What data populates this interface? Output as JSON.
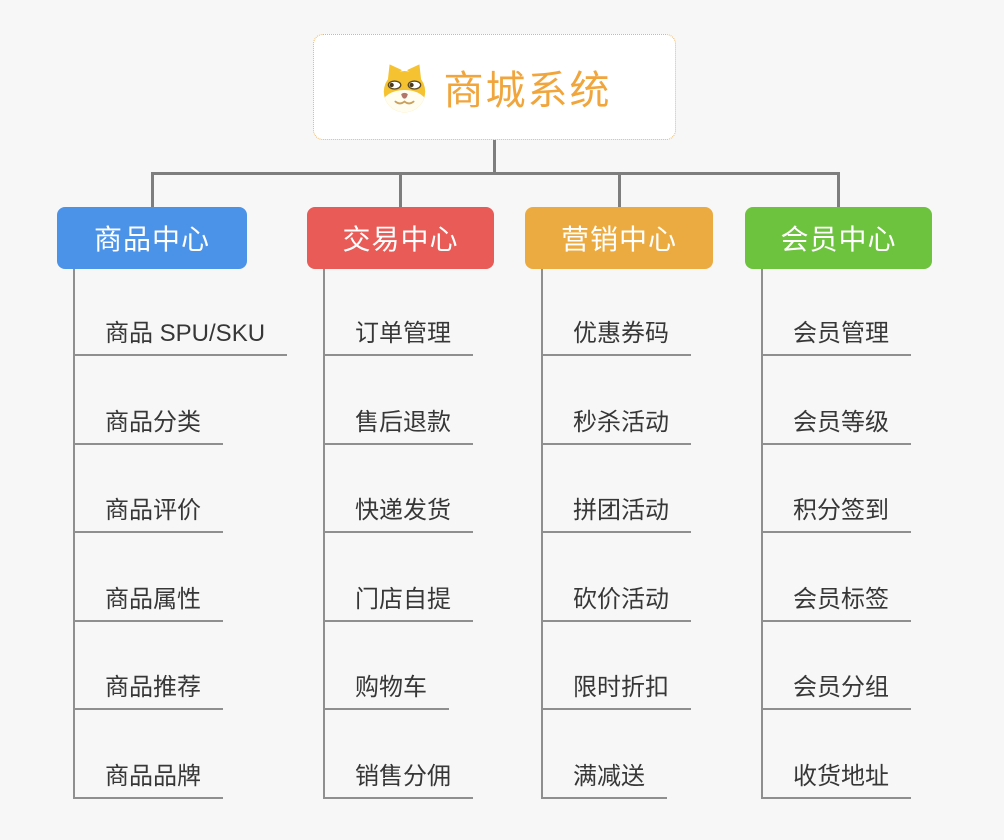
{
  "page": {
    "background_color": "#F7F7F7",
    "connector_color": "#7E7E7E",
    "underline_color": "#8F8F8F"
  },
  "root": {
    "title": "商城系统",
    "icon": "dog-face-icon",
    "text_color": "#F0A63C",
    "border_color": "#F0B454",
    "fill_color": "#FFFFFF"
  },
  "branches": [
    {
      "id": "product-center",
      "label": "商品中心",
      "color": "#4B93E8",
      "children": [
        "商品 SPU/SKU",
        "商品分类",
        "商品评价",
        "商品属性",
        "商品推荐",
        "商品品牌"
      ]
    },
    {
      "id": "trade-center",
      "label": "交易中心",
      "color": "#E85B56",
      "children": [
        "订单管理",
        "售后退款",
        "快递发货",
        "门店自提",
        "购物车",
        "销售分佣"
      ]
    },
    {
      "id": "marketing-center",
      "label": "营销中心",
      "color": "#EBAB41",
      "children": [
        "优惠券码",
        "秒杀活动",
        "拼团活动",
        "砍价活动",
        "限时折扣",
        "满减送"
      ]
    },
    {
      "id": "member-center",
      "label": "会员中心",
      "color": "#6DC23E",
      "children": [
        "会员管理",
        "会员等级",
        "积分签到",
        "会员标签",
        "会员分组",
        "收货地址"
      ]
    }
  ]
}
